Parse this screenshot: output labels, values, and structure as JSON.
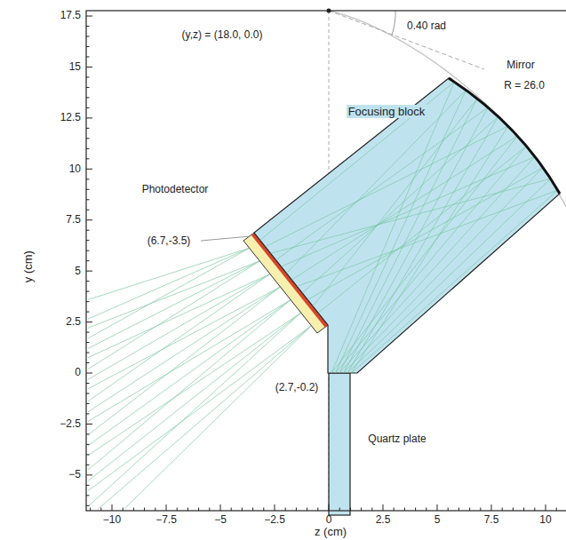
{
  "diagram": {
    "nodes": [
      {
        "text": [
          "Focusing block"
        ]
      }
    ],
    "labels": [
      "(y,z) = (18.0, 0.0)",
      "0.40 rad",
      "Mirror",
      "R = 26.0",
      "Photodetector",
      "(6.7,-3.5)",
      "(2.7,-0.2)",
      "Quartz plate",
      "y (cm)",
      "z (cm)",
      "17.5",
      "15",
      "12.5",
      "10",
      "7.5",
      "5",
      "2.5",
      "0",
      "−2.5",
      "−5",
      "−10",
      "−7.5",
      "−5",
      "−2.5",
      "0",
      "2.5",
      "5",
      "7.5",
      "10"
    ]
  }
}
